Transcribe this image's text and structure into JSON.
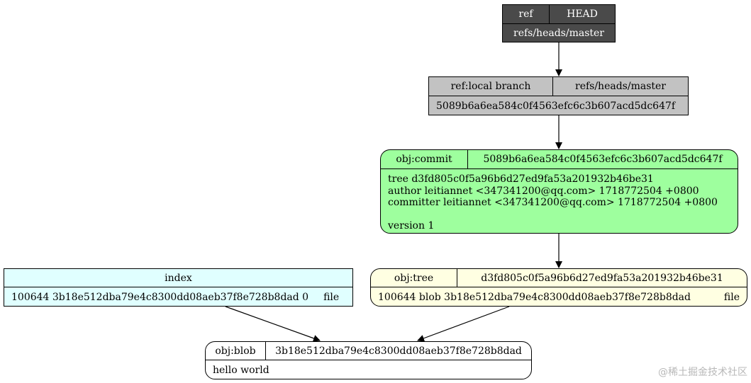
{
  "head_node": {
    "type_label": "ref",
    "name": "HEAD",
    "target": "refs/heads/master"
  },
  "branch_node": {
    "type_label": "ref:local branch",
    "name": "refs/heads/master",
    "hash": "5089b6a6ea584c0f4563efc6c3b607acd5dc647f"
  },
  "commit_node": {
    "type_label": "obj:commit",
    "hash": "5089b6a6ea584c0f4563efc6c3b607acd5dc647f",
    "content": "tree d3fd805c0f5a96b6d27ed9fa53a201932b46be31\nauthor leitiannet <347341200@qq.com> 1718772504 +0800\ncommitter leitiannet <347341200@qq.com> 1718772504 +0800\n\nversion 1"
  },
  "tree_node": {
    "type_label": "obj:tree",
    "hash": "d3fd805c0f5a96b6d27ed9fa53a201932b46be31",
    "entry": "100644 blob 3b18e512dba79e4c8300dd08aeb37f8e728b8dad",
    "entry_name": "file"
  },
  "index_node": {
    "title": "index",
    "entry": "100644 3b18e512dba79e4c8300dd08aeb37f8e728b8dad 0",
    "entry_name": "file"
  },
  "blob_node": {
    "type_label": "obj:blob",
    "hash": "3b18e512dba79e4c8300dd08aeb37f8e728b8dad",
    "content": "hello world"
  },
  "watermark": "@稀土掘金技术社区",
  "colors": {
    "head_fill": "#4a4a4a",
    "branch_fill": "#c2c2c2",
    "commit_fill": "#9eff9e",
    "tree_fill": "#ffffe2",
    "index_fill": "#e0ffff",
    "blob_fill": "#ffffff"
  }
}
